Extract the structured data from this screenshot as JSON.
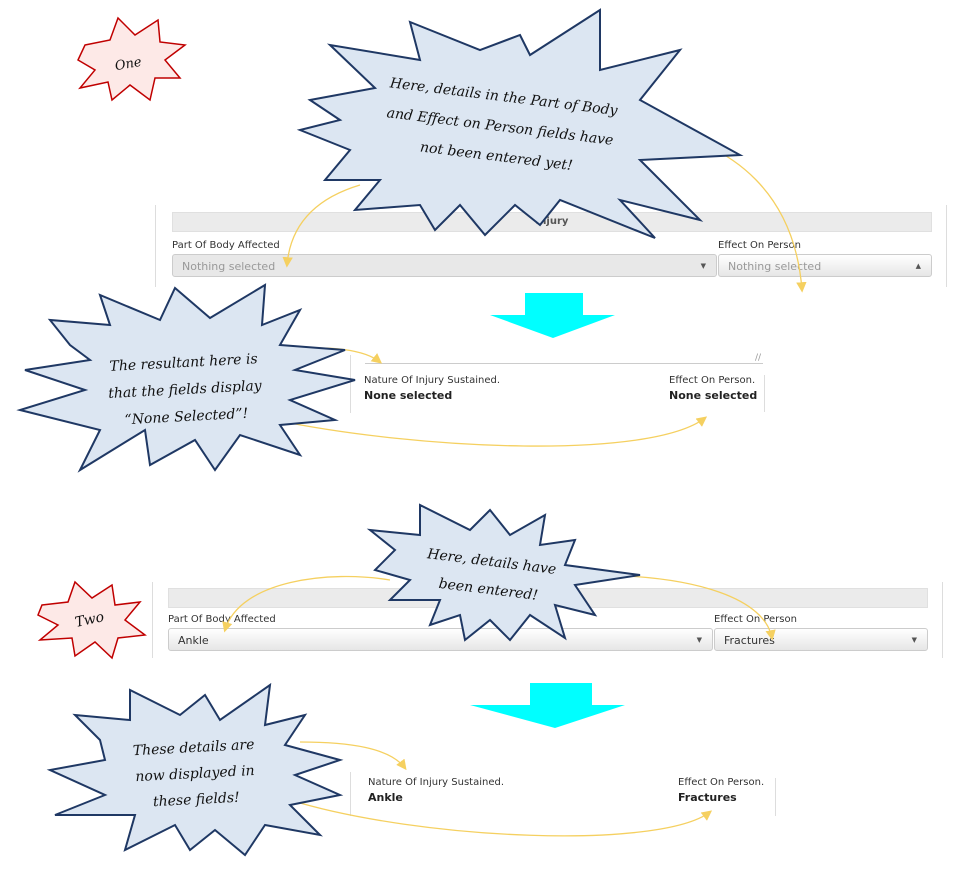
{
  "badges": {
    "one": "One",
    "two": "Two"
  },
  "callouts": {
    "c1": [
      "Here, details in the Part of Body",
      "and Effect on Person fields have",
      "not been entered yet!"
    ],
    "c2": [
      "The resultant here is",
      "that the fields display",
      "“None Selected”!"
    ],
    "c3": [
      "Here, details have",
      "been entered!"
    ],
    "c4": [
      "These details are",
      "now displayed in",
      "these fields!"
    ]
  },
  "step1_form": {
    "section_title": "Injury",
    "part_of_body": {
      "label": "Part Of Body Affected",
      "value": "Nothing selected"
    },
    "effect_on_person": {
      "label": "Effect On Person",
      "value": "Nothing selected"
    }
  },
  "step1_display": {
    "nature": {
      "label": "Nature Of Injury Sustained.",
      "value": "None selected"
    },
    "effect": {
      "label": "Effect On Person.",
      "value": "None selected"
    }
  },
  "step2_form": {
    "part_of_body": {
      "label": "Part Of Body Affected",
      "value": "Ankle"
    },
    "effect_on_person": {
      "label": "Effect On Person",
      "value": "Fractures"
    }
  },
  "step2_display": {
    "nature": {
      "label": "Nature Of Injury Sustained.",
      "value": "Ankle"
    },
    "effect": {
      "label": "Effect On Person.",
      "value": "Fractures"
    }
  },
  "colors": {
    "callout_fill": "#dce6f2",
    "callout_stroke": "#1f3864",
    "badge_fill": "#fde9e7",
    "badge_stroke": "#c00000",
    "arrow": "#00ffff",
    "connector": "#f5d060"
  }
}
